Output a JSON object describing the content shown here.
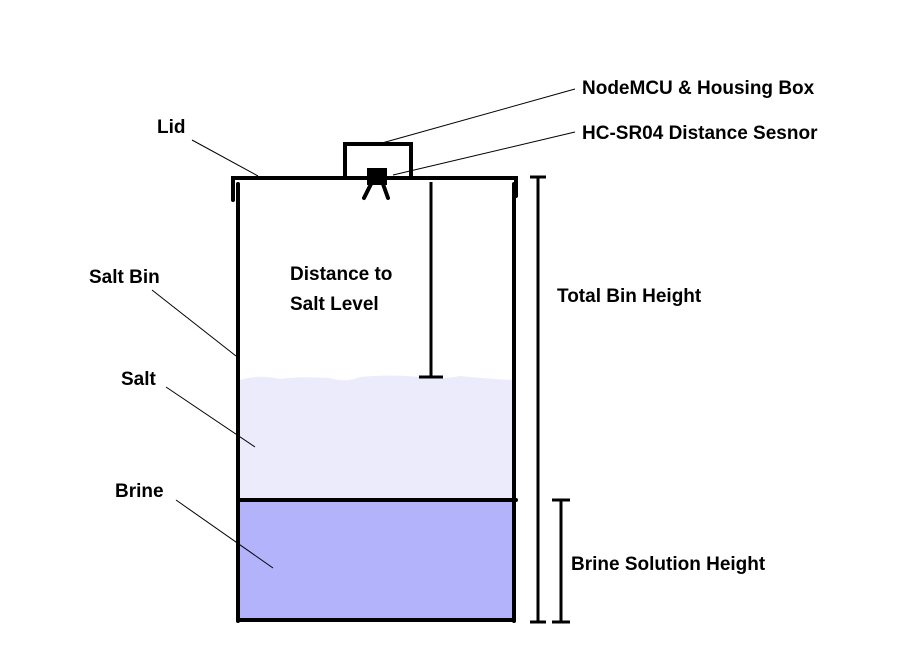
{
  "labels": {
    "lid": "Lid",
    "nodemcu": "NodeMCU & Housing Box",
    "sensor": "HC-SR04 Distance Sesnor",
    "salt_bin": "Salt Bin",
    "distance_line1": "Distance to",
    "distance_line2": "Salt Level",
    "total_height": "Total Bin Height",
    "salt": "Salt",
    "brine": "Brine",
    "brine_height": "Brine Solution Height"
  },
  "colors": {
    "salt": "#ebebfb",
    "brine": "#b3b3fb",
    "line": "#000000"
  }
}
